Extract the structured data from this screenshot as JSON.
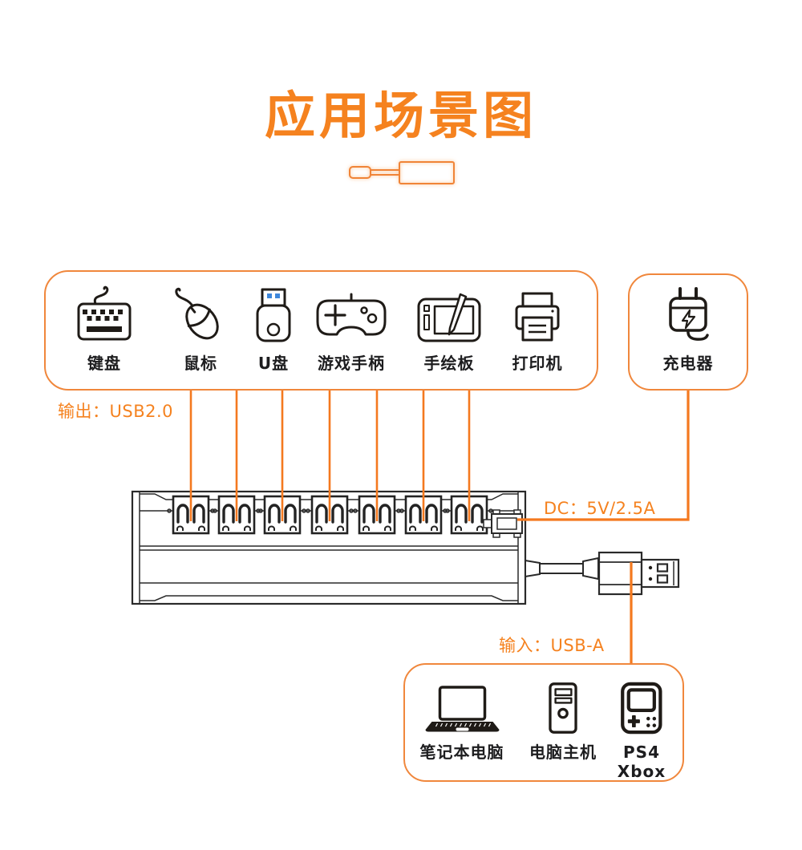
{
  "title": "应用场景图",
  "colors": {
    "accent_orange": "#F5821F",
    "line_orange": "#F4791F",
    "box_border_orange": "#F0873C",
    "icon_black": "#1F1B17",
    "usb_blue": "#3E87DB"
  },
  "annotations": {
    "output": "输出：USB2.0",
    "dc": "DC：5V/2.5A",
    "input": "输入：USB-A"
  },
  "output_box": {
    "items": [
      {
        "icon": "keyboard-icon",
        "label": "键盘"
      },
      {
        "icon": "mouse-icon",
        "label": "鼠标"
      },
      {
        "icon": "usb-drive-icon",
        "label": "U盘"
      },
      {
        "icon": "gamepad-icon",
        "label": "游戏手柄"
      },
      {
        "icon": "drawing-tablet-icon",
        "label": "手绘板"
      },
      {
        "icon": "printer-icon",
        "label": "打印机"
      }
    ]
  },
  "charger_box": {
    "icon": "charger-icon",
    "label": "充电器"
  },
  "input_box": {
    "items": [
      {
        "icon": "laptop-icon",
        "label": "笔记本电脑"
      },
      {
        "icon": "desktop-tower-icon",
        "label": "电脑主机"
      },
      {
        "icon": "handheld-console-icon",
        "label": "PS4\nXbox"
      }
    ]
  },
  "hub": {
    "usb_port_count": 7
  }
}
